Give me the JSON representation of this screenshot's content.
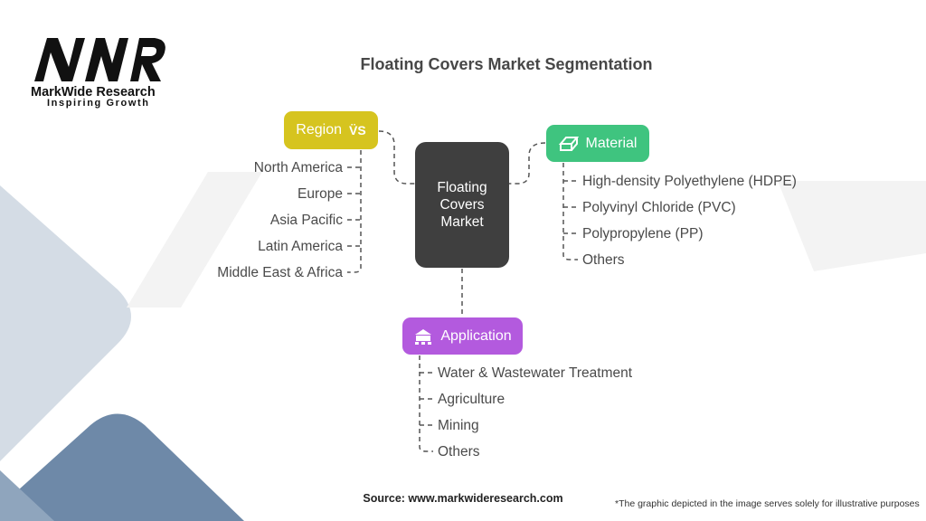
{
  "brand": {
    "name": "MarkWide Research",
    "tagline": "Inspiring Growth",
    "logo_text": "MWR"
  },
  "title": "Floating Covers Market Segmentation",
  "center": {
    "label_lines": [
      "Floating",
      "Covers",
      "Market"
    ],
    "color": "#3f3f3f"
  },
  "segments": {
    "region": {
      "label": "Region",
      "icon": "vs-icon",
      "color": "#d6c41f",
      "items": [
        "North America",
        "Europe",
        "Asia Pacific",
        "Latin America",
        "Middle East & Africa"
      ]
    },
    "material": {
      "label": "Material",
      "icon": "brick-icon",
      "color": "#3fc47f",
      "items": [
        "High-density Polyethylene (HDPE)",
        "Polyvinyl Chloride (PVC)",
        "Polypropylene (PP)",
        "Others"
      ]
    },
    "application": {
      "label": "Application",
      "icon": "building-icon",
      "color": "#b35ade",
      "items": [
        "Water & Wastewater Treatment",
        "Agriculture",
        "Mining",
        "Others"
      ]
    }
  },
  "footer": {
    "source": "Source: www.markwideresearch.com",
    "disclaimer": "*The graphic depicted in the image serves solely for illustrative purposes"
  }
}
